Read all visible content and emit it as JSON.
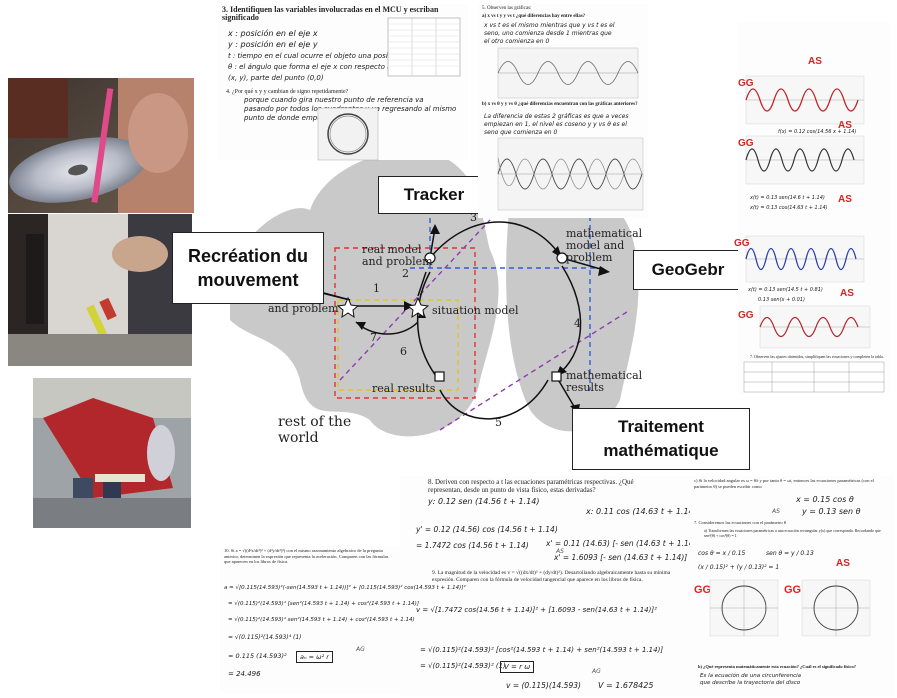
{
  "callouts": {
    "tracker": "Tracker",
    "recreation": "Recréation du mouvement",
    "geogebra": "GeoGebr",
    "traitement": "Traitement mathématique"
  },
  "diagram": {
    "real_model": "real model and problem",
    "and_problem": "and problem",
    "situation_model": "situation model",
    "mathematical_model": "mathematical model and problem",
    "real_results": "real results",
    "mathematical_results": "mathematical results",
    "rest_of_world": "rest of the world",
    "step_1": "1",
    "step_2": "2",
    "step_3": "3",
    "step_4": "4",
    "step_5": "5",
    "step_6": "6",
    "step_7": "7"
  },
  "sheet_top": {
    "heading": "3.  Identifiquen las variables involucradas en el MCU y escriban significado",
    "line1": "x : posición en el eje x",
    "line2": "y : posición en el eje y",
    "line3": "t : tiempo en el cual ocurre el objeto una posición determinada",
    "line4": "θ : el ángulo que forma el eje x con respecto al punto",
    "line5": "(x, y), parte del punto (0,0)",
    "q4": "4.  ¿Por qué x y y cambian de signo repetidamente?",
    "ans4a": "porque cuando gira nuestro punto de referencia va",
    "ans4b": "pasando por todos los cuadrantes y va regresando al mismo",
    "ans4c": "punto de donde empezó"
  },
  "sheet_graphs": {
    "qa": "5.  Observen las gráficas:",
    "qa2": "a)  x vs t  y  y vs t  ¿qué diferencias hay entre ellas?",
    "ansa1": "x vs t  es el mismo mientras que  y vs t  es el",
    "ansa2": "seno, uno comienza desde 1 mientras que",
    "ansa3": "el otro comienza en 0",
    "qb": "b)  x vs θ  y  y vs θ  ¿qué diferencias encuentran con las gráficas anteriores?",
    "ansb1": "La diferencia de estas 2 gráficas es que a veces",
    "ansb2": "empiezan en 1, el nivel es coseno y y vs θ es el",
    "ansb3": "seno que comienza en 0"
  },
  "sheet_right": {
    "as1": "AS",
    "gg1": "GG",
    "as2": "AS",
    "gg2": "GG",
    "eq1": "f(x) = 0.12 cos(14.56 x + 1.14)",
    "eq2": "x(t) = 0.13 sen(14.6 t + 1.14)",
    "eq3": "x(t) = 0.13 cos(14.63 t + 1.14)",
    "as3": "AS",
    "gg3": "GG",
    "eq4": "x(t) = 0.13 sen(14.5 t + 0.81)",
    "eq5": "0.13 sen(x + 0.01)",
    "as4": "AS",
    "gg4": "GG",
    "q7": "7.  Observen las ajustes obtenidos, simplifiquen las ecuaciones y completen la tabla."
  },
  "sheet_bottom_mid": {
    "q8": "8.  Deriven con respecto a t las ecuaciones paramétricas respectivas. ¿Qué representan, desde un punto de vista físico, estas derivadas?",
    "l1": "y: 0.12 sen (14.56 t + 1.14)",
    "l2": "x: 0.11 cos (14.63 t + 1.14)",
    "l3": "y' = 0.12 (14.56) cos (14.56 t + 1.14)",
    "l4": "x' = 0.11 (14.63) [- sen (14.63 t + 1.14)]",
    "l5": "= 1.7472 cos (14.56 t + 1.14)",
    "l6": "x' = 1.6093 [- sen (14.63 t + 1.14)]",
    "as": "AS",
    "q9": "9.  La magnitud de la velocidad es v = √((dx/dt)² + (dy/dt)²). Desarrollando algebraicamente hasta su mínima expresión. Comparen con la fórmula de velocidad tangencial que aparece en los libros de física.",
    "v1": "v = √[1.7472 cos(14.56 t + 1.14)]² + [1.6093 - sen(14.63 t + 1.14)]²",
    "v2": "= √(0.115)²(14.593)² [cos²(14.593 t + 1.14) + sen²(14.593 t + 1.14)]",
    "v3": "= √(0.115)²(14.593)²  (1)",
    "v4": "v = (0.115)(14.593)",
    "v5": "V = 1.678425",
    "v6": "V = r ω",
    "ag": "AG"
  },
  "sheet_bottom_left": {
    "q10": "10.  Si  a = √((d²x/dt²)² + (d²y/dt²)²)  con el mismo razonamiento algebraico de la pregunta anterior, determinen la expresión que representa la aceleración. Comparen con las fórmulas que aparecen en los libros de física.",
    "a1": "a = √[0.115(14.593)²(-sen(14.593 t + 1.14))]² + [0.115(14.593)² cos(14.593 t + 1.14)]²",
    "a2": "= √(0.115)²(14.593)⁴ [sen²(14.593 t + 1.14) + cos²(14.593 t + 1.14)]",
    "a3": "= √(0.115)²(14.593)⁴ sen²(14.593 t + 1.14) + cos²(14.593 t + 1.14)",
    "a4": "= √(0.115)²(14.593)⁴ (1)",
    "a5": "= 0.115 (14.593)²",
    "a6": "aₙ = ω² r",
    "a7": "= 24.496",
    "ag": "AG"
  },
  "sheet_bottom_right": {
    "qc": "c)  Si la velocidad angular es  ω = θ/t  y por tanto θ = ωt, entonces las ecuaciones paramétricas (con el parámetro θ) se pueden escribir como",
    "e1": "x = 0.15 cos θ",
    "e2": "y = 0.13 sen θ",
    "as": "AS",
    "q7": "7.  Consideremos las ecuaciones con el parámetro θ",
    "qa": "a)  Transformen las ecuaciones paramétricas a una ecuación rectangular y(x) que corresponda. Recordando que sen²(θ) + cos²(θ) = 1",
    "e3": "cos θ = x / 0.15",
    "e4": "sen θ = y / 0.13",
    "e5": "(x / 0.15)² + (y / 0.13)² = 1",
    "as2": "AS",
    "gg1": "GG",
    "gg2": "GG",
    "qb": "b)  ¿Qué representa matemáticamente esta ecuación? ¿Cuál es el significado físico?",
    "ansb": "Es la ecuación de una circunferencia que describe la trayectoria del disco"
  },
  "colors": {
    "callout_border": "#222222",
    "blob_gray": "#c9c9c9",
    "red_dash": "#e53030",
    "blue_dash": "#2f5fd8",
    "purple_dash": "#8e3bb0",
    "yellow_dash": "#e2c526",
    "annotation_red": "#d22222"
  }
}
